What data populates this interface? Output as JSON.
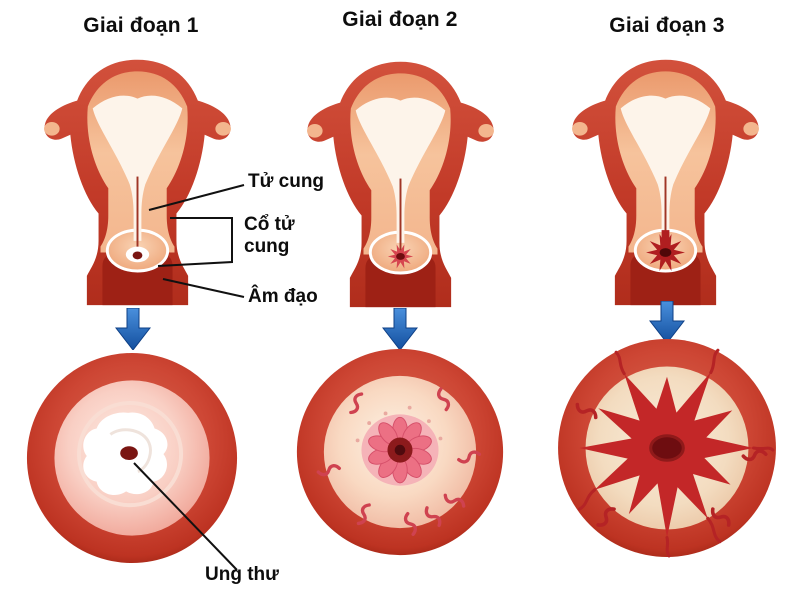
{
  "stages": [
    {
      "label": "Giai đoạn 1"
    },
    {
      "label": "Giai đoạn 2"
    },
    {
      "label": "Giai đoạn 3"
    }
  ],
  "annotations": {
    "uterus": "Tử cung",
    "cervix": "Cổ tử cung",
    "vagina": "Âm đạo",
    "cancer": "Ung thư"
  },
  "colors": {
    "body_red": "#c23a28",
    "lining_salmon": "#f3b68e",
    "cavity_white": "#fdf4ea",
    "vaginal_canal": "#9e2115",
    "magnifier_ring_red": "#c84634",
    "disc_pink": "#f6c5b8",
    "stage1_lesion": "#ffffff",
    "stage2_lesion": "#ec7084",
    "stage3_lesion": "#c32728",
    "os_dark": "#7a1512",
    "arrow_blue": "#2f6fbe",
    "leader_line": "#111111"
  }
}
